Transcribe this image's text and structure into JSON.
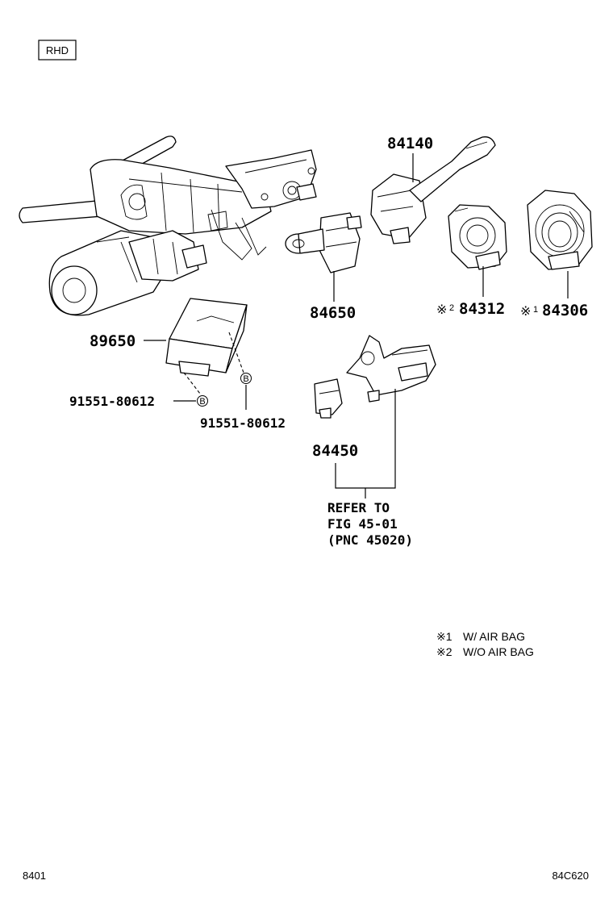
{
  "badge": "RHD",
  "parts": {
    "p84140": "84140",
    "p84650": "84650",
    "p84312": "84312",
    "p84306": "84306",
    "p89650": "89650",
    "p84450": "84450",
    "bolt_left": "91551-80612",
    "bolt_right": "91551-80612"
  },
  "marks": {
    "m84312_symbol": "※",
    "m84312_num": "2",
    "m84306_symbol": "※",
    "m84306_num": "1",
    "bolt_marker": "B"
  },
  "refer": {
    "line1": "REFER TO",
    "line2": "FIG 45-01",
    "line3": "(PNC 45020)"
  },
  "legend": [
    {
      "mark": "※1",
      "text": "W/ AIR BAG"
    },
    {
      "mark": "※2",
      "text": "W/O AIR BAG"
    }
  ],
  "footer": {
    "left": "8401",
    "right": "84C620"
  }
}
